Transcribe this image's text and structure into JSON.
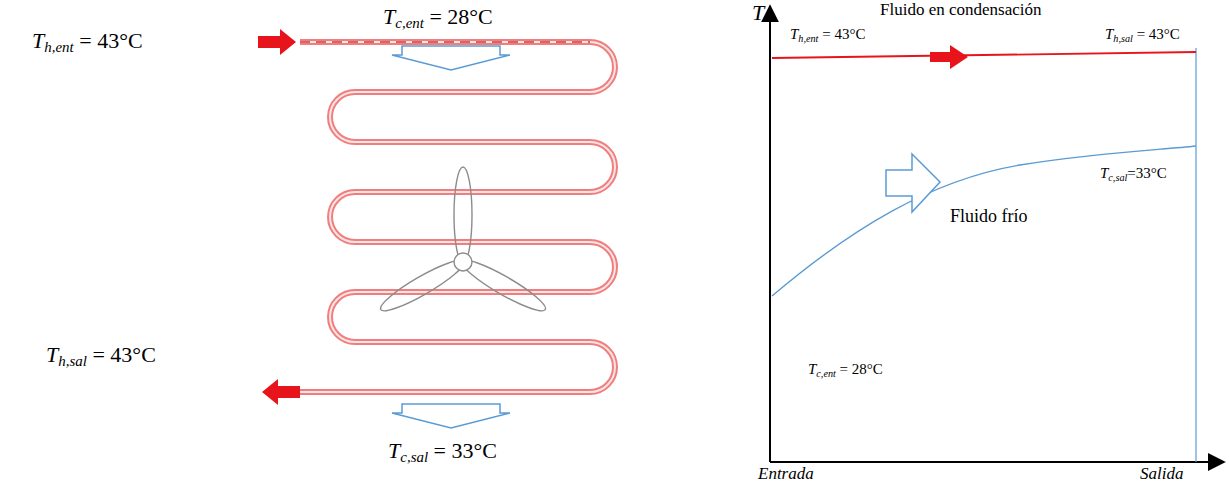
{
  "diagram": {
    "labels": [
      "Tc,ent = 28°C",
      "Th,ent = 43°C",
      "Th,sal = 43°C",
      "Tc,sal = 33°C",
      "T",
      "Fluido en condensación",
      "Th,ent = 43°C",
      "Th,sal = 43°C",
      "Tc,sal=33°C",
      "Fluido frío",
      "Tc,ent = 28°C",
      "Entrada",
      "Salida"
    ]
  }
}
